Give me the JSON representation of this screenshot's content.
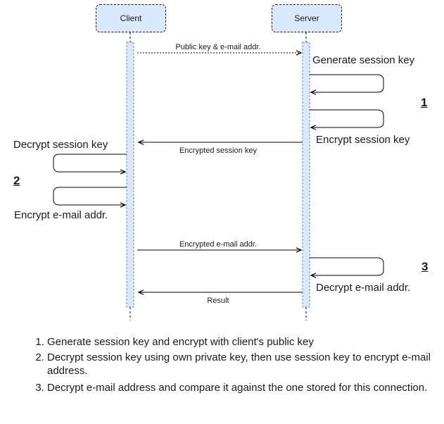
{
  "participants": {
    "client": "Client",
    "server": "Server"
  },
  "messages": {
    "public_key": "Public key & e-mail addr.",
    "encrypted_session_key": "Encrypted session key",
    "encrypted_email": "Encrypted e-mail addr.",
    "result": "Result"
  },
  "notes": {
    "generate_session_key": "Generate session key",
    "encrypt_session_key": "Encrypt session key",
    "decrypt_session_key": "Decrypt session key",
    "encrypt_email": "Encrypt e-mail addr.",
    "decrypt_email": "Decrypt e-mail addr."
  },
  "steps": {
    "one": "1",
    "two": "2",
    "three": "3"
  },
  "legend": [
    "Generate session key and encrypt with client's public key",
    "Decrypt session key using own private key, then use session key to encrypt e-mail address.",
    "Decrypt e-mail address and compare it against the one stored for this connection."
  ],
  "colors": {
    "participant_fill": "#dae8fc",
    "activation_fill": "#dae8fc",
    "line": "#000000"
  }
}
